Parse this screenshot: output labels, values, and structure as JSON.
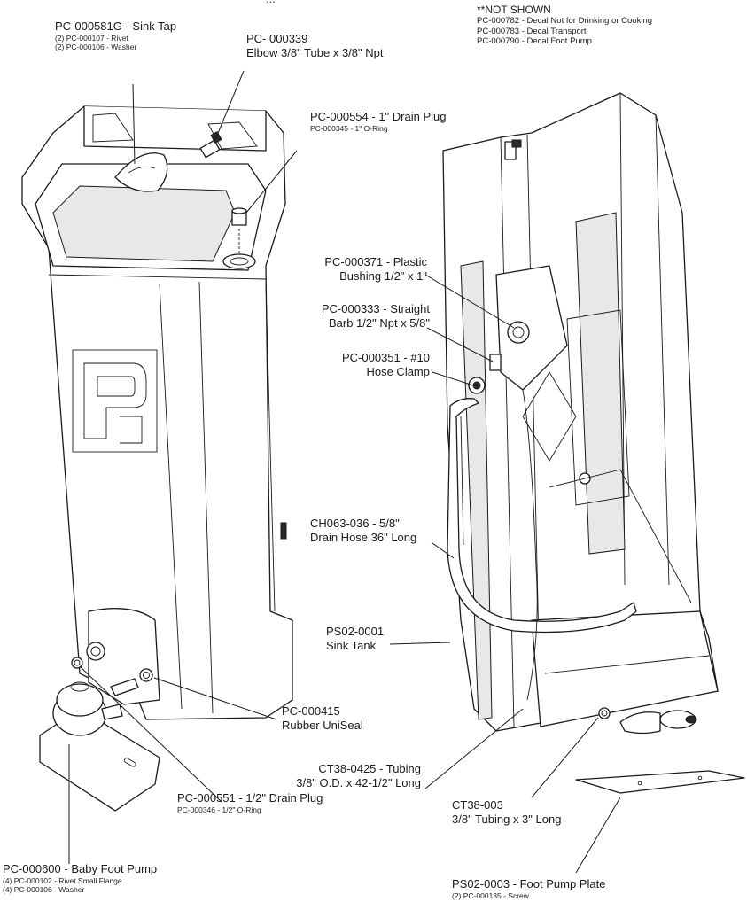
{
  "labels": {
    "top_cutoff": "...",
    "sink_tap": {
      "title": "PC-000581G - Sink Tap",
      "subs": [
        "(2) PC-000107 - Rivet",
        "(2) PC-000106 - Washer"
      ]
    },
    "elbow": {
      "line1": "PC- 000339",
      "line2": "Elbow 3/8\" Tube x 3/8\" Npt"
    },
    "not_shown": {
      "title": "**NOT SHOWN",
      "items": [
        "PC-000782 - Decal Not for Drinking or Cooking",
        "PC-000783 - Decal Transport",
        "PC-000790 - Decal Foot Pump"
      ]
    },
    "drain_plug_1": {
      "title": "PC-000554 - 1\" Drain Plug",
      "sub": "PC-000345 - 1\" O-Ring"
    },
    "bushing": {
      "line1": "PC-000371 - Plastic",
      "line2": "Bushing 1/2\" x 1\""
    },
    "barb": {
      "line1": "PC-000333 - Straight",
      "line2": "Barb 1/2\" Npt x 5/8\""
    },
    "hose_clamp": {
      "line1": "PC-000351 - #10",
      "line2": "Hose Clamp"
    },
    "drain_hose": {
      "line1": "CH063-036 - 5/8\"",
      "line2": "Drain Hose 36\" Long"
    },
    "sink_tank": {
      "line1": "PS02-0001",
      "line2": "Sink Tank"
    },
    "uniseal": {
      "line1": "PC-000415",
      "line2": "Rubber UniSeal"
    },
    "tubing_long": {
      "line1": "CT38-0425 - Tubing",
      "line2": "3/8\" O.D. x 42-1/2\" Long"
    },
    "drain_plug_half": {
      "title": "PC-000551 - 1/2\" Drain Plug",
      "sub": "PC-000346 - 1/2\" O-Ring"
    },
    "tubing_short": {
      "line1": "CT38-003",
      "line2": "3/8\" Tubing x 3\" Long"
    },
    "foot_pump": {
      "title": "PC-000600 - Baby Foot Pump",
      "subs": [
        "(4) PC-000102 - Rivet Small Flange",
        "(4) PC-000106 - Washer"
      ]
    },
    "pump_plate": {
      "title": "PS02-0003 - Foot Pump Plate",
      "sub": "(2) PC-000135 - Screw"
    }
  }
}
